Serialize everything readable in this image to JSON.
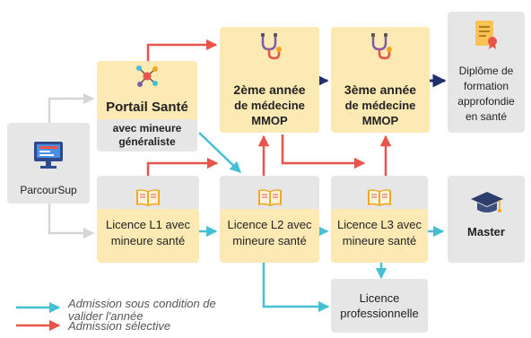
{
  "colors": {
    "cyan": "#45bfd3",
    "red": "#e8544a",
    "navy": "#1f2f6b",
    "yellow": "#fde9b3",
    "grey": "#e6e6e6"
  },
  "nodes": {
    "parcoursup": {
      "label": "ParcourSup",
      "icon": "computer-icon"
    },
    "portail": {
      "title": "Portail Santé",
      "sub": "avec mineure généraliste",
      "icon": "molecule-icon"
    },
    "med2": {
      "line1": "2ème année",
      "line2": "de médecine",
      "line3": "MMOP",
      "icon": "stethoscope-icon"
    },
    "med3": {
      "line1": "3ème année",
      "line2": "de médecine",
      "line3": "MMOP",
      "icon": "stethoscope-icon"
    },
    "diplome": {
      "label": "Diplôme de formation approfondie en santé",
      "icon": "diploma-icon"
    },
    "l1": {
      "label": "Licence L1 avec mineure santé",
      "icon": "book-icon"
    },
    "l2": {
      "label": "Licence L2 avec mineure santé",
      "icon": "book-icon"
    },
    "l3": {
      "label": "Licence L3 avec mineure santé",
      "icon": "book-icon"
    },
    "master": {
      "label": "Master",
      "icon": "graduation-cap-icon"
    },
    "lpro": {
      "label": "Licence professionnelle"
    }
  },
  "legend": {
    "cyan_label": "Admission sous condition de valider l'année",
    "red_label": "Admission sélective"
  }
}
